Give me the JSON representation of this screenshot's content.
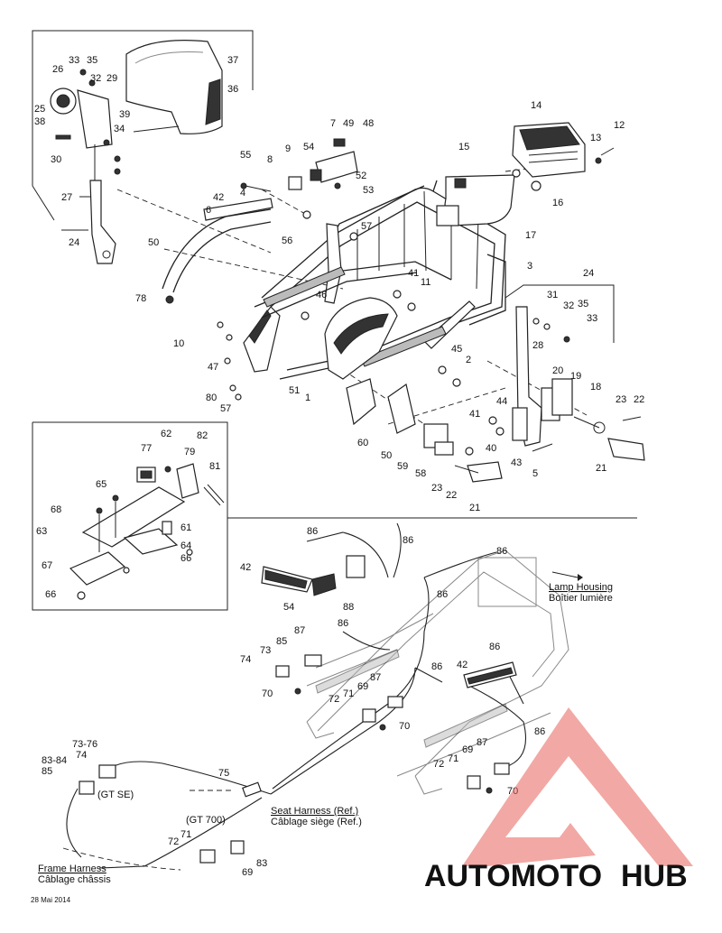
{
  "upper_labels": {
    "p33a": "33",
    "p35a": "35",
    "p26": "26",
    "p29": "29",
    "p32a": "32",
    "p25": "25",
    "p38": "38",
    "p39": "39",
    "p34": "34",
    "p30": "30",
    "p37": "37",
    "p36": "36",
    "p27": "27",
    "p24a": "24",
    "p55": "55",
    "p42a": "42",
    "p6": "6",
    "p4": "4",
    "p8": "8",
    "p9": "9",
    "p54a": "54",
    "p7": "7",
    "p49": "49",
    "p48": "48",
    "p52": "52",
    "p53": "53",
    "p50a": "50",
    "p56": "56",
    "p57a": "57",
    "p14": "14",
    "p12": "12",
    "p13": "13",
    "p15": "15",
    "p16": "16",
    "p17": "17",
    "p3": "3",
    "p78": "78",
    "p41a": "41",
    "p11": "11",
    "p46": "46",
    "p10": "10",
    "p47": "47",
    "p24b": "24",
    "p31": "31",
    "p32b": "32",
    "p35b": "35",
    "p33b": "33",
    "p45": "45",
    "p2": "2",
    "p28": "28",
    "p51": "51",
    "p1": "1",
    "p80": "80",
    "p57b": "57",
    "p20": "20",
    "p19": "19",
    "p18": "18",
    "p44": "44",
    "p23a": "23",
    "p22a": "22",
    "p41b": "41",
    "p40": "40",
    "p60": "60",
    "p50b": "50",
    "p59": "59",
    "p58": "58",
    "p43": "43",
    "p5": "5",
    "p21a": "21",
    "p23b": "23",
    "p22b": "22",
    "p21b": "21"
  },
  "inset_labels": {
    "p77": "77",
    "p62": "62",
    "p79": "79",
    "p82": "82",
    "p65": "65",
    "p81": "81",
    "p68": "68",
    "p61": "61",
    "p63": "63",
    "p64": "64",
    "p66a": "66",
    "p67": "67",
    "p66b": "66"
  },
  "harness_labels": {
    "p86a": "86",
    "p86b": "86",
    "p86c": "86",
    "p86d": "86",
    "p86e": "86",
    "p86f": "86",
    "p86g": "86",
    "p86h": "86",
    "p42b": "42",
    "p42c": "42",
    "p54b": "54",
    "p88": "88",
    "p87a": "87",
    "p87b": "87",
    "p87c": "87",
    "p85a": "85",
    "p73a": "73",
    "p74a": "74",
    "p70a": "70",
    "p70b": "70",
    "p70c": "70",
    "p72a": "72",
    "p72b": "72",
    "p72c": "72",
    "p71a": "71",
    "p71b": "71",
    "p71c": "71",
    "p69a": "69",
    "p69b": "69",
    "p69c": "69",
    "p7376": "73-76",
    "p74b": "74",
    "p8384": "83-84",
    "p85b": "85",
    "p75": "75",
    "p83": "83"
  },
  "references": {
    "lamp_housing_en": "Lamp Housing",
    "lamp_housing_fr": "Boîtier lumière",
    "gt_se": "(GT SE)",
    "gt_700": "(GT 700)",
    "seat_harness_en": "Seat Harness (Ref.)",
    "seat_harness_fr": "Câblage siège (Ref.)",
    "frame_harness_en": "Frame Harness",
    "frame_harness_fr": "Câblage châssis"
  },
  "footer": {
    "date_code": "28 Mai 2014"
  },
  "watermark": {
    "text_auto": "AUTOMOTO",
    "text_hub": "HUB",
    "color_accent": "#e8605a",
    "color_hub": "#d8d8d8",
    "color_auto": "#f3c27a"
  }
}
